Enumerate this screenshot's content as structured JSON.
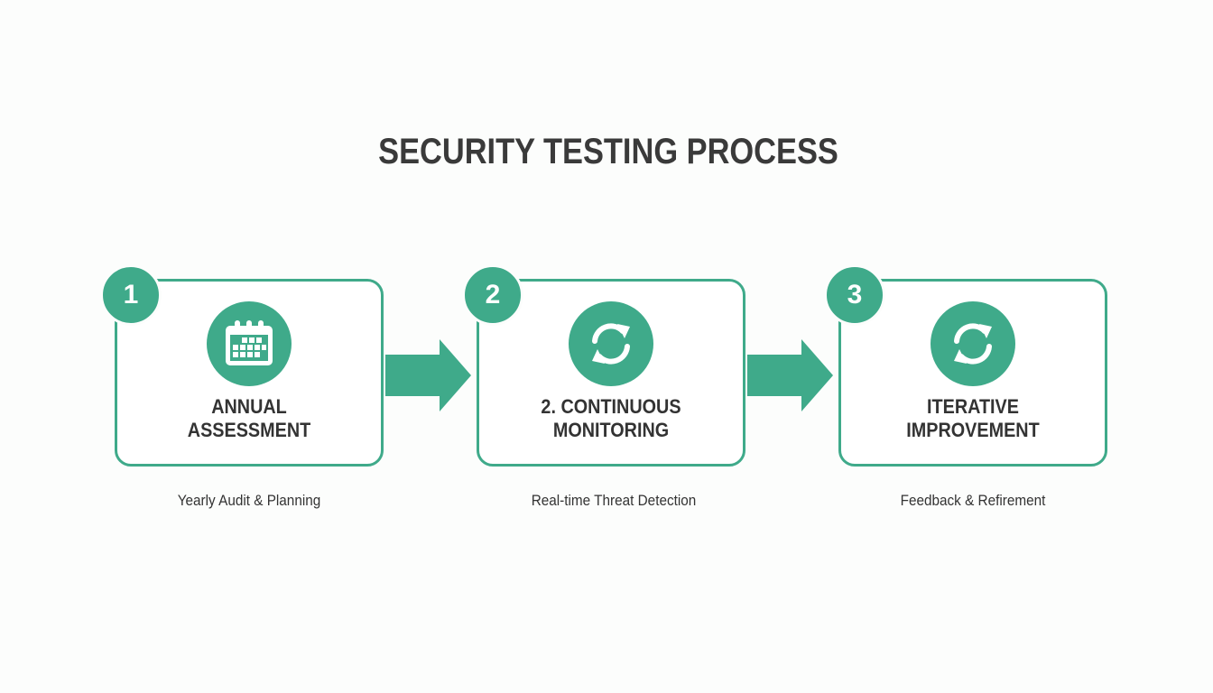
{
  "title": "SECURITY TESTING PROCESS",
  "accent_color": "#3faa8a",
  "steps": [
    {
      "number": "1",
      "icon": "calendar-icon",
      "title_line1": "ANNUAL",
      "title_line2": "ASSESSMENT",
      "subtitle": "Yearly Audit & Planning"
    },
    {
      "number": "2",
      "icon": "refresh-icon",
      "title_line1": "2. CONTINUOUS",
      "title_line2": "MONITORING",
      "subtitle": "Real-time Threat Detection"
    },
    {
      "number": "3",
      "icon": "refresh-icon",
      "title_line1": "ITERATIVE",
      "title_line2": "IMPROVEMENT",
      "subtitle": "Feedback & Refirement"
    }
  ]
}
